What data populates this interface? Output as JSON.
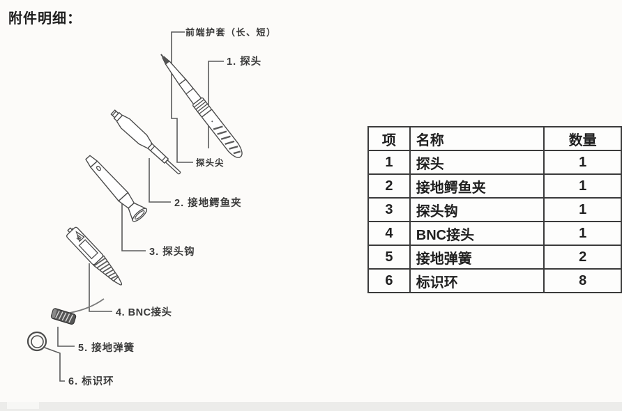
{
  "page": {
    "title": "附件明细："
  },
  "diagram": {
    "labels": {
      "front_sheath": "前端护套（长、短）",
      "probe": "1. 探头",
      "probe_tip": "探头尖",
      "ground_alligator_clip": "2. 接地鳄鱼夹",
      "probe_hook": "3. 探头钩",
      "bnc_connector": "4. BNC接头",
      "ground_spring": "5. 接地弹簧",
      "marker_ring": "6. 标识环"
    }
  },
  "table": {
    "headers": {
      "item": "项",
      "name": "名称",
      "qty": "数量"
    },
    "rows": [
      {
        "item": "1",
        "name": "探头",
        "qty": "1"
      },
      {
        "item": "2",
        "name": "接地鳄鱼夹",
        "qty": "1"
      },
      {
        "item": "3",
        "name": "探头钩",
        "qty": "1"
      },
      {
        "item": "4",
        "name": "BNC接头",
        "qty": "1"
      },
      {
        "item": "5",
        "name": "接地弹簧",
        "qty": "2"
      },
      {
        "item": "6",
        "name": "标识环",
        "qty": "8"
      }
    ]
  },
  "colors": {
    "line_art": "#4c4c4c",
    "leader_line": "#5a5a5a",
    "table_border": "#3b3b3b",
    "text": "#2e2e2e",
    "background": "#fcfbf9"
  }
}
